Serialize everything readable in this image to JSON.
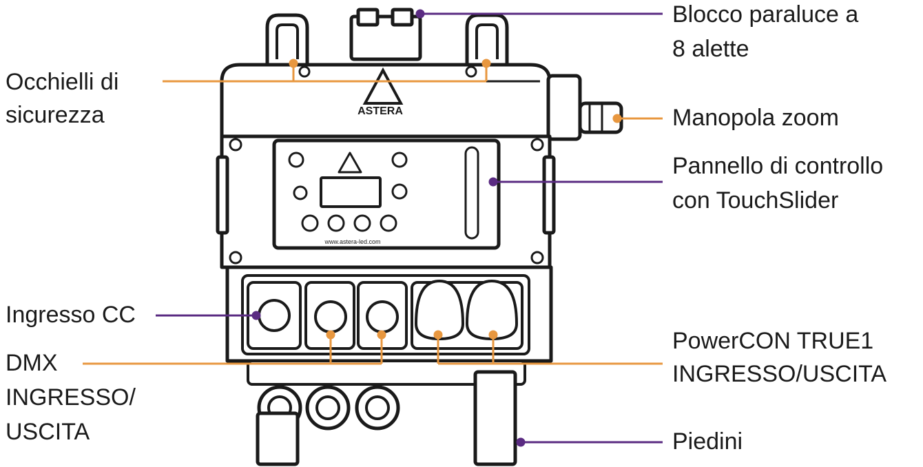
{
  "diagram": {
    "callouts": {
      "top_left_block": "Blocco paraluce a",
      "top_left_block_2": "8 alette",
      "safety_eyes_1": "Occhielli di",
      "safety_eyes_2": "sicurezza",
      "zoom_knob": "Manopola zoom",
      "control_panel_1": "Pannello di controllo",
      "control_panel_2": "con TouchSlider",
      "dc_input": "Ingresso CC",
      "dmx_1": "DMX",
      "dmx_2": "INGRESSO/",
      "dmx_3": "USCITA",
      "powercon_1": "PowerCON TRUE1",
      "powercon_2": "INGRESSO/USCITA",
      "feet": "Piedini"
    },
    "device_logo_text": "ASTERA",
    "panel_url_text": "www.astera-led.com",
    "colors": {
      "line_purple": "#5a2b82",
      "line_orange": "#e8973f",
      "outline": "#1a1a1a",
      "device_fill": "#ffffff"
    }
  }
}
